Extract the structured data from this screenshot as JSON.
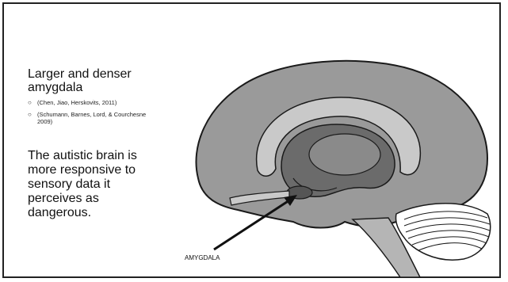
{
  "slide": {
    "heading": "Larger and denser amygdala",
    "references": [
      "(Chen, Jiao, Herskovits, 2011)",
      "(Schumann, Barnes, Lord, & Courchesne 2009)"
    ],
    "bullet_symbol": "○",
    "body_text": "The autistic brain is more responsive to sensory data it perceives as dangerous.",
    "figure": {
      "label": "AMYGDALA"
    }
  },
  "colors": {
    "cortex": "#9a9a9a",
    "inner_light": "#c9c9c9",
    "inner_dark": "#6b6b6b",
    "outline": "#1a1a1a",
    "arrow": "#111111"
  }
}
